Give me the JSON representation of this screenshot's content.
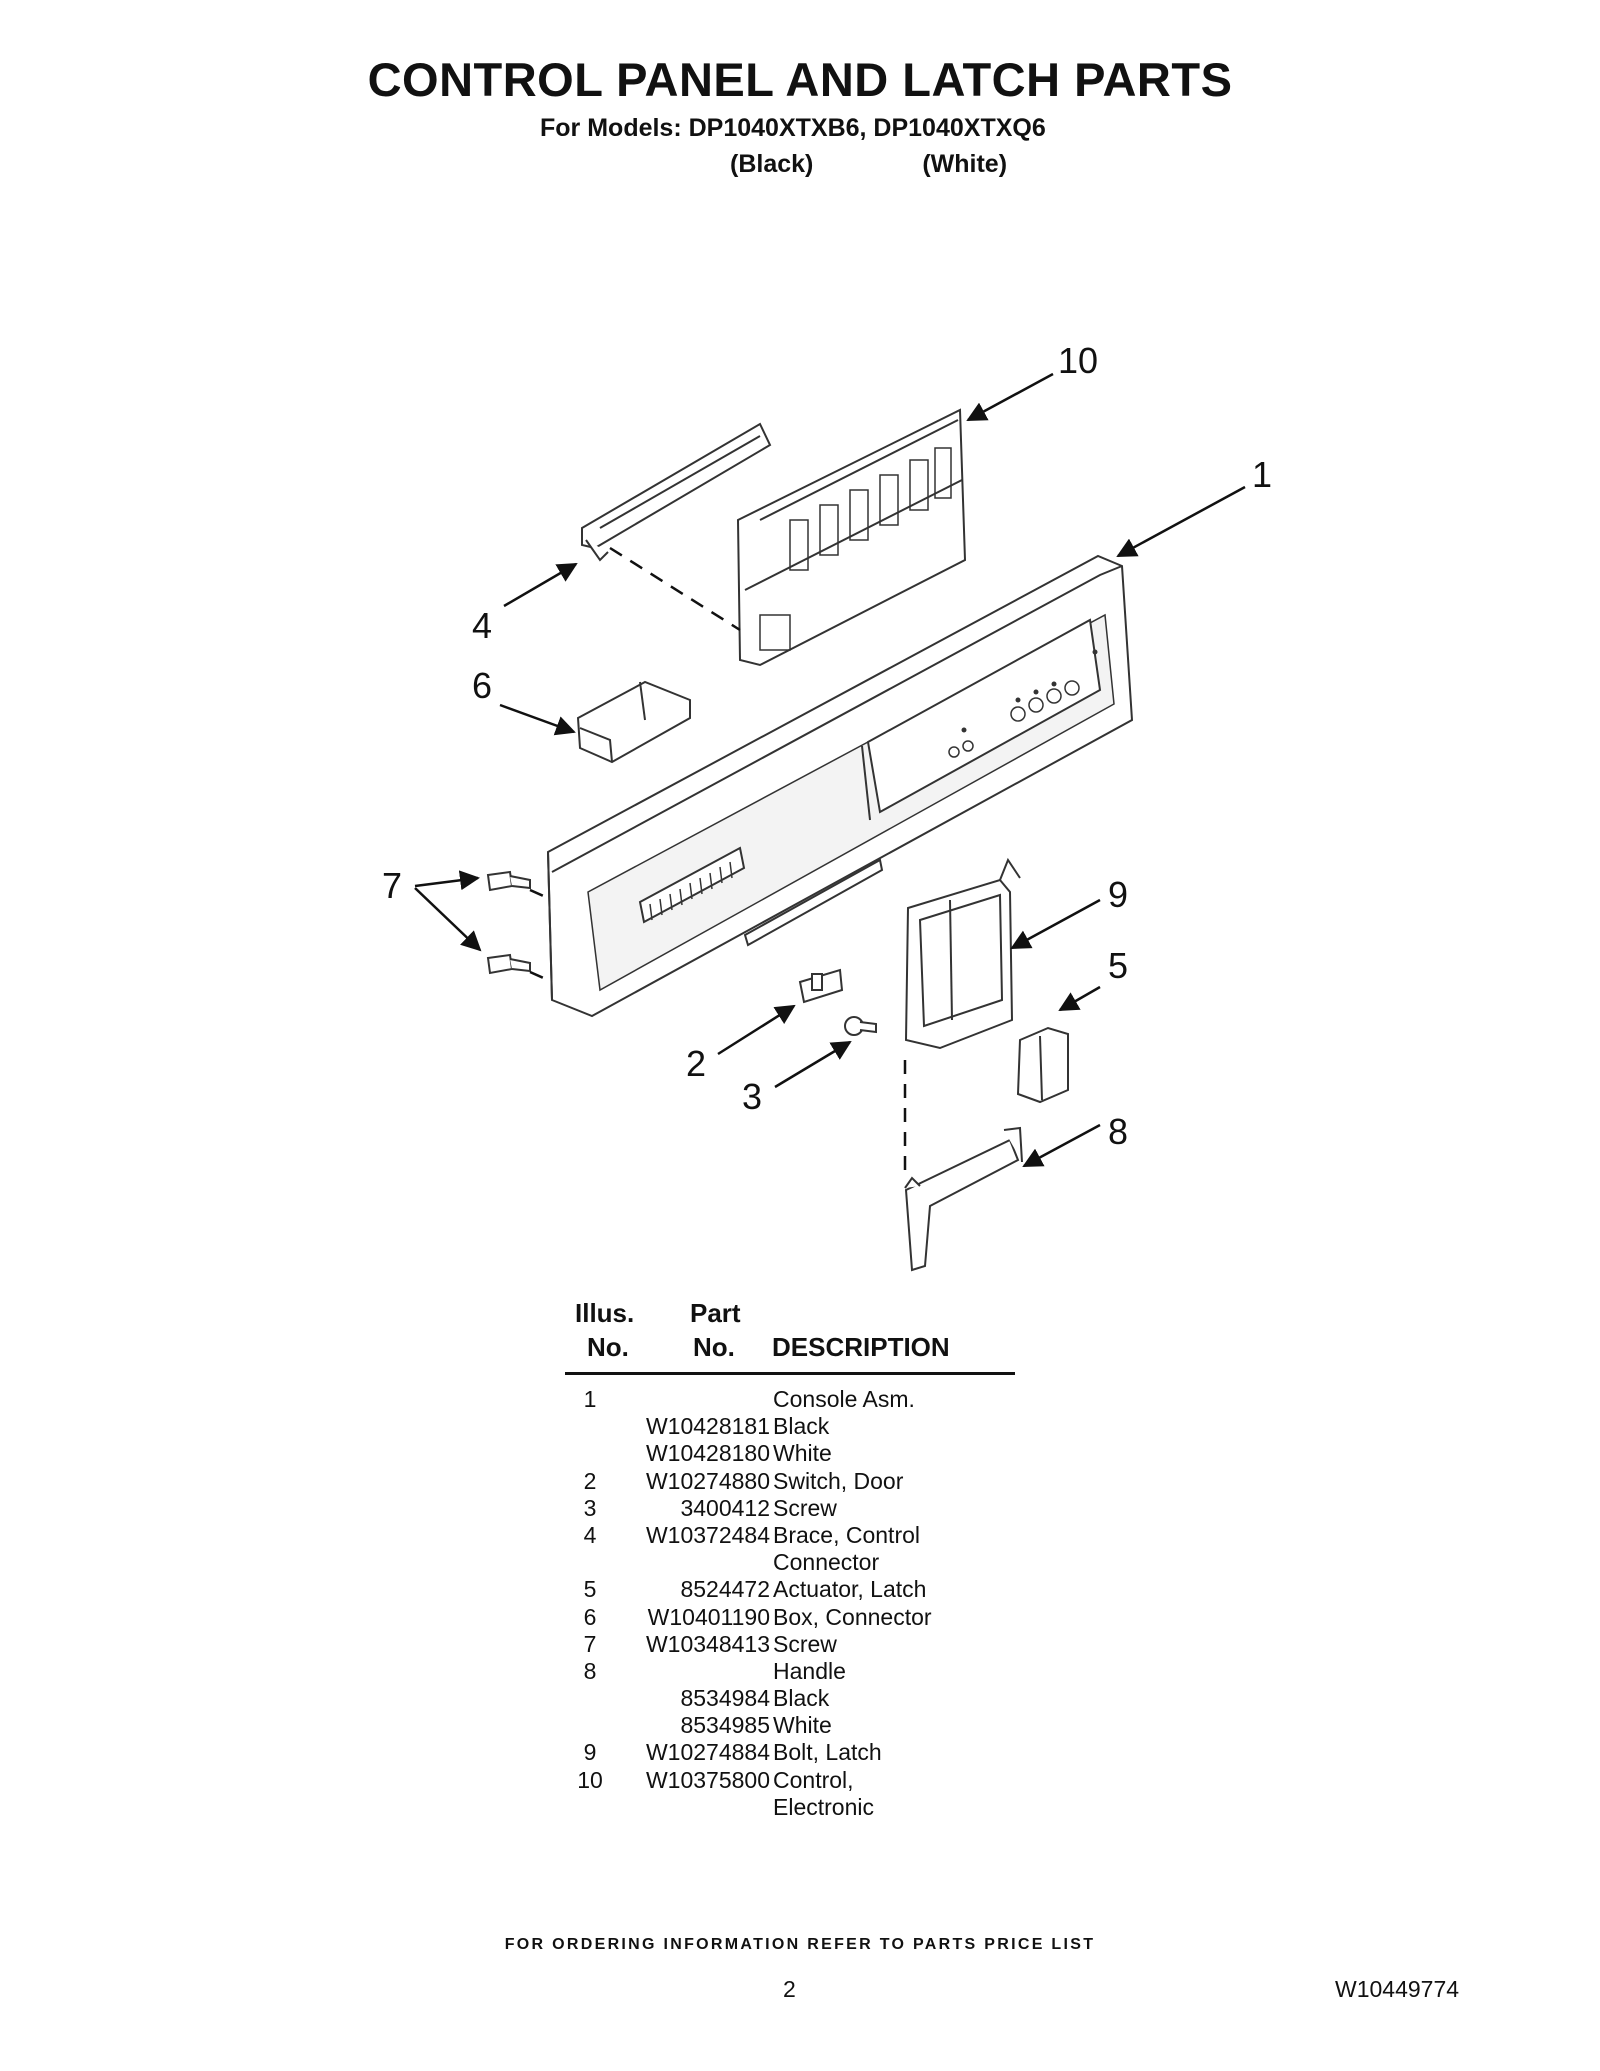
{
  "header": {
    "title": "CONTROL PANEL AND LATCH PARTS",
    "models": "For Models: DP1040XTXB6, DP1040XTXQ6",
    "color_black": "(Black)",
    "color_white": "(White)"
  },
  "callouts": {
    "c1": "1",
    "c2": "2",
    "c3": "3",
    "c4": "4",
    "c5": "5",
    "c6": "6",
    "c7": "7",
    "c8": "8",
    "c9": "9",
    "c10": "10"
  },
  "table": {
    "col_illus_1": "Illus.",
    "col_illus_2": "No.",
    "col_part_1": "Part",
    "col_part_2": "No.",
    "col_desc": "DESCRIPTION",
    "rows": [
      {
        "illus": "1",
        "part": "",
        "desc": "Console Asm."
      },
      {
        "illus": "",
        "part": "W10428181",
        "desc": "Black"
      },
      {
        "illus": "",
        "part": "W10428180",
        "desc": "White"
      },
      {
        "illus": "2",
        "part": "W10274880",
        "desc": "Switch, Door"
      },
      {
        "illus": "3",
        "part": "3400412",
        "desc": "Screw"
      },
      {
        "illus": "4",
        "part": "W10372484",
        "desc": "Brace, Control"
      },
      {
        "illus": "",
        "part": "",
        "desc": "Connector"
      },
      {
        "illus": "5",
        "part": "8524472",
        "desc": "Actuator, Latch"
      },
      {
        "illus": "6",
        "part": "W10401190",
        "desc": "Box, Connector"
      },
      {
        "illus": "7",
        "part": "W10348413",
        "desc": "Screw"
      },
      {
        "illus": "8",
        "part": "",
        "desc": "Handle"
      },
      {
        "illus": "",
        "part": "8534984",
        "desc": "Black"
      },
      {
        "illus": "",
        "part": "8534985",
        "desc": "White"
      },
      {
        "illus": "9",
        "part": "W10274884",
        "desc": "Bolt, Latch"
      },
      {
        "illus": "10",
        "part": "W10375800",
        "desc": "Control,"
      },
      {
        "illus": "",
        "part": "",
        "desc": "Electronic"
      }
    ]
  },
  "footer": {
    "ordering_note": "FOR ORDERING INFORMATION REFER TO PARTS PRICE LIST",
    "page_number": "2",
    "doc_number": "W10449774"
  }
}
